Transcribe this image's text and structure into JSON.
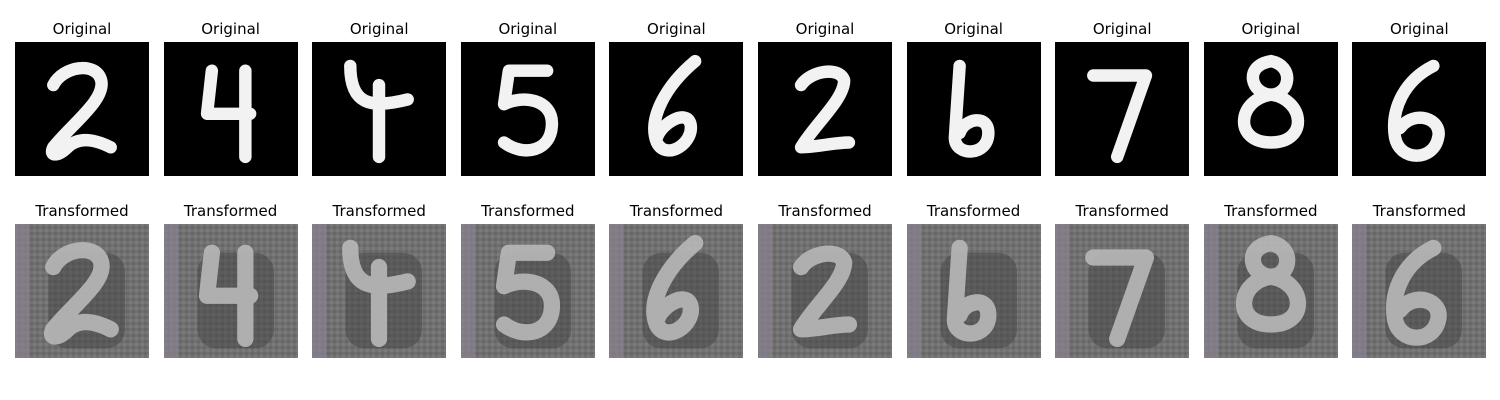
{
  "rows": [
    {
      "title": "Original",
      "kind": "orig"
    },
    {
      "title": "Transformed",
      "kind": "trans"
    }
  ],
  "digits": [
    "2",
    "4",
    "4",
    "5",
    "6",
    "2",
    "6",
    "7",
    "8",
    "6"
  ]
}
